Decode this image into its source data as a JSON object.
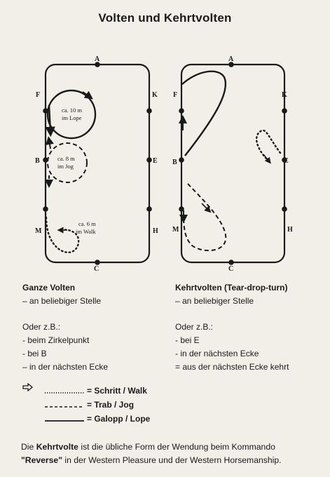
{
  "title": "Volten und Kehrtvolten",
  "arena_left": {
    "letters": {
      "a": "A",
      "f": "F",
      "k": "K",
      "b": "B",
      "e": "E",
      "m": "M",
      "h": "H",
      "c": "C"
    },
    "circle_lope": [
      "ca. 10 m",
      "im Lope"
    ],
    "circle_jog": [
      "ca. 8 m",
      "im Jog"
    ],
    "circle_walk": [
      "ca. 6 m",
      "im Walk"
    ]
  },
  "arena_right": {
    "letters": {
      "a": "A",
      "f": "F",
      "k": "K",
      "b": "B",
      "e": "E",
      "m": "M",
      "h": "H",
      "c": "C"
    }
  },
  "left_col": {
    "heading": "Ganze Volten",
    "line1": "– an beliebiger Stelle",
    "oder": "Oder z.B.:",
    "items": [
      "- beim Zirkelpunkt",
      "- bei B",
      "– in der nächsten Ecke"
    ]
  },
  "right_col": {
    "heading": "Kehrtvolten (Tear-drop-turn)",
    "line1": "– an beliebiger Stelle",
    "oder": "Oder z.B.:",
    "items": [
      "- bei E",
      "- in der nächsten Ecke",
      "= aus der nächsten Ecke kehrt"
    ]
  },
  "legend": {
    "arrow_icon": "hollow-arrow-right",
    "items": [
      {
        "style": "dotted",
        "label": "= Schritt / Walk"
      },
      {
        "style": "dashed",
        "label": "= Trab / Jog"
      },
      {
        "style": "solid",
        "label": "= Galopp / Lope"
      }
    ]
  },
  "bottom_text": {
    "part1": "Die ",
    "bold1": "Kehrtvolte",
    "part2": " ist die übliche Form der Wendung beim Kommando ",
    "bold2": "\"Reverse\"",
    "part3": " in der Western Pleasure und der Western Horsemanship."
  }
}
